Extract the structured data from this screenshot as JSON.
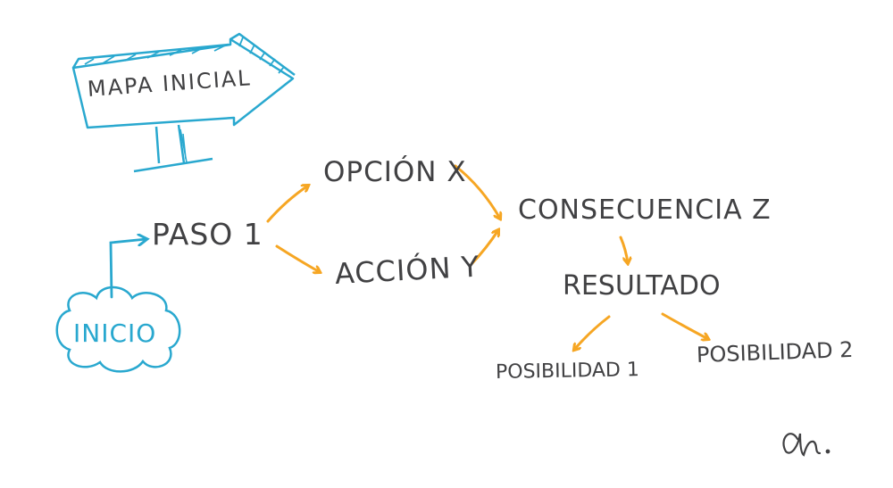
{
  "colors": {
    "accent_blue": "#29a8cf",
    "accent_orange": "#f6a623",
    "ink": "#414143"
  },
  "sign": {
    "label": "MAPA INICIAL"
  },
  "start": {
    "label": "INICIO"
  },
  "nodes": {
    "paso": "PASO 1",
    "opcion": "OPCIÓN X",
    "accion": "ACCIÓN Y",
    "consecuencia": "CONSECUENCIA Z",
    "resultado": "RESULTADO",
    "posibilidad1": "POSIBILIDAD 1",
    "posibilidad2": "POSIBILIDAD 2"
  },
  "signature": "an."
}
